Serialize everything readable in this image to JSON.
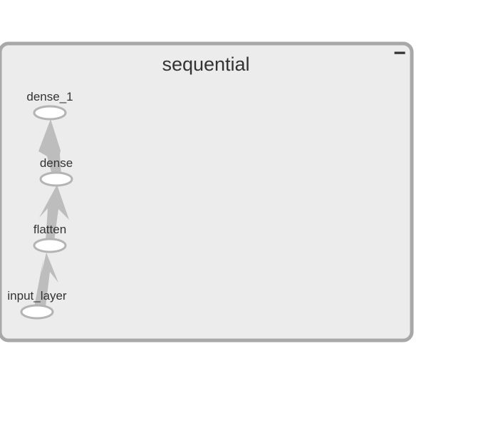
{
  "group": {
    "title": "sequential",
    "collapse_symbol": "−"
  },
  "nodes": [
    {
      "id": "dense_1",
      "label": "dense_1"
    },
    {
      "id": "dense",
      "label": "dense"
    },
    {
      "id": "flatten",
      "label": "flatten"
    },
    {
      "id": "input_layer",
      "label": "input_layer"
    }
  ],
  "edges": [
    {
      "from": "input_layer",
      "to": "flatten"
    },
    {
      "from": "flatten",
      "to": "dense"
    },
    {
      "from": "dense",
      "to": "dense_1"
    }
  ],
  "colors": {
    "group_fill": "#ececec",
    "group_border": "#a8a8a8",
    "edge": "#bdbdbd",
    "node_fill": "#ffffff",
    "node_border": "#b4b4b4",
    "text": "#333333"
  }
}
